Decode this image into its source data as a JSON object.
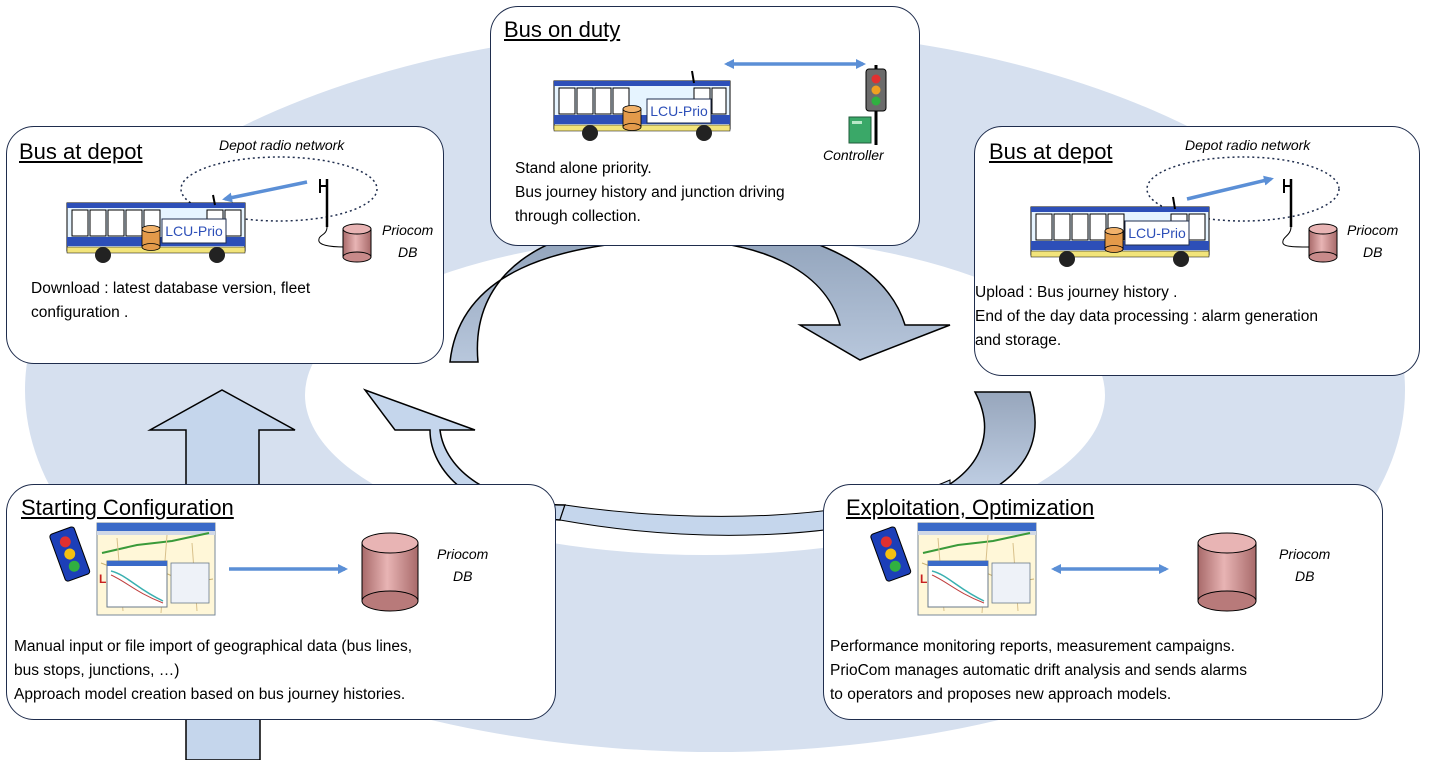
{
  "panels": {
    "depot_left": {
      "title": "Bus at depot",
      "network_label": "Depot radio network",
      "bus_label": "LCU-Prio",
      "db_label": [
        "Priocom",
        "DB"
      ],
      "text": [
        "Download : latest database version, fleet",
        "configuration ."
      ]
    },
    "on_duty": {
      "title": "Bus on duty",
      "bus_label": "LCU-Prio",
      "controller_label": "Controller",
      "text": [
        "Stand alone priority.",
        "Bus journey history and junction driving",
        "through collection."
      ]
    },
    "depot_right": {
      "title": "Bus at depot",
      "network_label": "Depot radio network",
      "bus_label": "LCU-Prio",
      "db_label": [
        "Priocom",
        "DB"
      ],
      "text": [
        "Upload : Bus journey history .",
        "End of the day data processing : alarm generation",
        "and storage."
      ]
    },
    "starting_config": {
      "title": "Starting Configuration",
      "db_label": [
        "Priocom",
        "DB"
      ],
      "text": [
        "Manual input or file import of geographical data (bus lines,",
        "bus stops, junctions, …)",
        "Approach model creation based on bus journey histories."
      ]
    },
    "exploitation": {
      "title": "Exploitation, Optimization",
      "db_label": [
        "Priocom",
        "DB"
      ],
      "text": [
        "Performance monitoring reports, measurement campaigns.",
        "PrioCom manages automatic drift analysis and sends alarms",
        "to operators and proposes new approach models."
      ]
    }
  },
  "colors": {
    "background_ellipse": "#d6e0ef",
    "panel_border": "#1f2d4d",
    "arrow_blue": "#5b8fd6",
    "arrow_dark": "#8ea0b8",
    "arrow_light": "#c5d6ec",
    "bus_body": "#e6f4ff",
    "bus_blue": "#2d4fb8",
    "cylinder": "#cc8f8f"
  },
  "icons": [
    "bus-icon",
    "antenna-icon",
    "database-icon",
    "traffic-light-icon",
    "controller-icon",
    "map-screenshot-icon",
    "cylinder-icon"
  ]
}
